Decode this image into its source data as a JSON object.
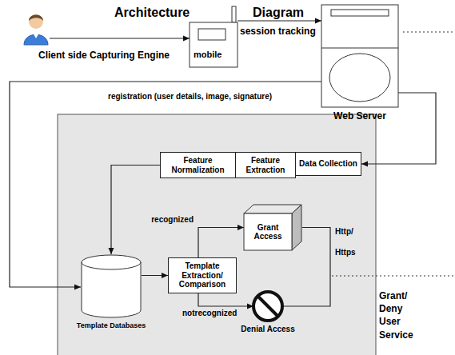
{
  "diagram": {
    "nodes": [
      {
        "text": [
          "Client side Capturing Engine"
        ]
      },
      {
        "text": [
          "mobile"
        ]
      },
      {
        "text": [
          "Web Server"
        ]
      },
      {
        "text": [
          "Feature Normalization"
        ]
      },
      {
        "text": [
          "Feature Extraction"
        ]
      },
      {
        "text": [
          "Data Collection"
        ]
      },
      {
        "text": [
          "Template Databases"
        ]
      },
      {
        "text": [
          "Template Extraction/ Comparison"
        ]
      },
      {
        "text": [
          "Grant Access"
        ]
      },
      {
        "text": [
          "Denial Access"
        ]
      }
    ],
    "edges": [
      {
        "from": 0,
        "to": 1,
        "arrow": "to"
      },
      {
        "from": 1,
        "to": 2,
        "label": "session tracking",
        "arrow": "to"
      },
      {
        "from": 2,
        "to": 5,
        "arrow": "to"
      },
      {
        "from": 2,
        "to": 6,
        "label": "registration (user details, image, signature)",
        "arrow": "to"
      },
      {
        "from": 3,
        "to": 6,
        "arrow": "to"
      },
      {
        "from": 6,
        "to": 7,
        "arrow": "to"
      },
      {
        "from": 7,
        "to": 8,
        "label": "recognized",
        "arrow": "to"
      },
      {
        "from": 7,
        "to": 9,
        "label": "notrecognized",
        "arrow": "to"
      },
      {
        "from": 8,
        "to": 9,
        "label": "Http/ Https",
        "arrow": "none"
      }
    ],
    "labels": [
      "Architecture",
      "Diagram",
      "Grant/ Deny User Service"
    ]
  }
}
